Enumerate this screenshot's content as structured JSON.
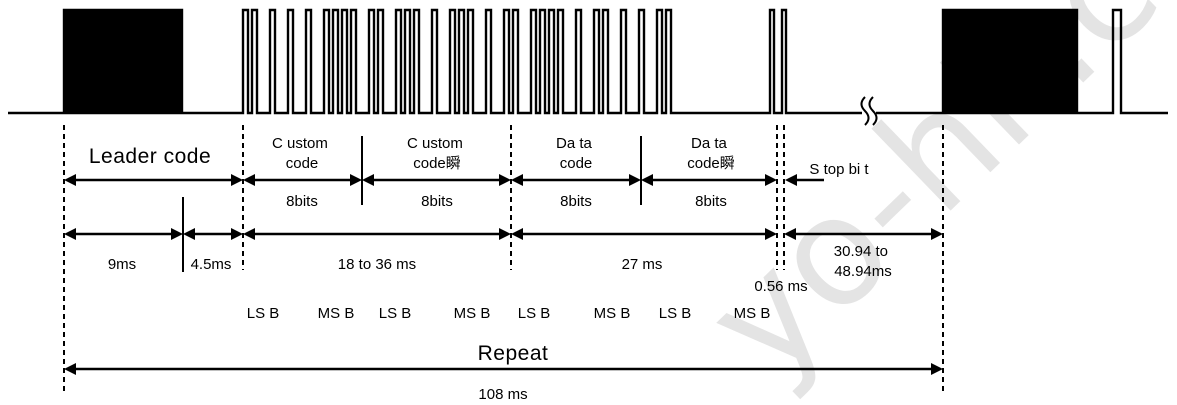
{
  "labels": {
    "leader_code": "Leader code",
    "custom_code": "C ustom\ncode",
    "custom_code_inv": "C ustom\ncode瞬",
    "data_code": "Da ta\ncode",
    "data_code_inv": "Da ta\ncode瞬",
    "stop_bit": "S top bi t",
    "bits_1": "8bits",
    "bits_2": "8bits",
    "bits_3": "8bits",
    "bits_4": "8bits",
    "t_9ms": "9ms",
    "t_4_5ms": "4.5ms",
    "t_18_36": "18 to 36 ms",
    "t_27": "27 ms",
    "t_056": "0.56 ms",
    "t_30_48": "30.94 to\n48.94ms",
    "lsb_1": "LS B",
    "msb_1": "MS B",
    "lsb_2": "LS B",
    "msb_2": "MS B",
    "lsb_3": "LS B",
    "msb_3": "MS B",
    "lsb_4": "LS B",
    "msb_4": "MS B",
    "repeat": "Repeat",
    "t_108": "108 ms"
  },
  "watermark": "yo-hk.com",
  "colors": {
    "line": "#000000",
    "watermark": "#cfcfcf"
  }
}
